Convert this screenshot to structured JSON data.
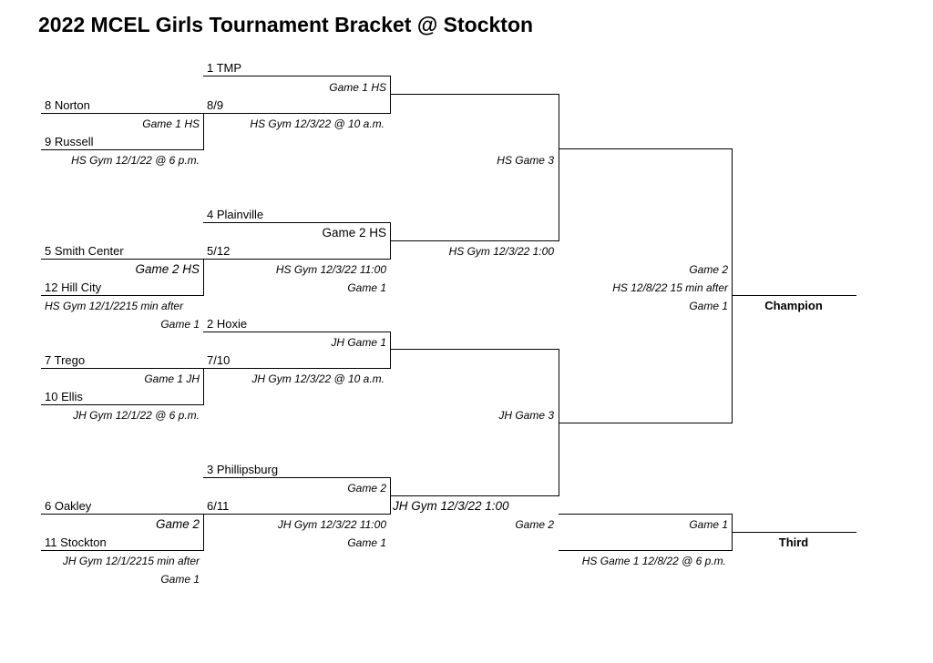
{
  "title": "2022 MCEL Girls Tournament Bracket @ Stockton",
  "round1": [
    {
      "top": "8 Norton",
      "bottom": "9 Russell",
      "game": "Game 1 HS",
      "info": "HS Gym 12/1/22 @ 6 p.m."
    },
    {
      "top": "5 Smith Center",
      "bottom": "12 Hill City",
      "game": "Game 2 HS",
      "info": "HS Gym 12/1/2215 min after",
      "after": "Game 1"
    },
    {
      "top": "7 Trego",
      "bottom": "10 Ellis",
      "game": "Game 1 JH",
      "info": "JH Gym 12/1/22 @ 6 p.m."
    },
    {
      "top": "6 Oakley",
      "bottom": "11 Stockton",
      "game": "Game 2",
      "info": "JH Gym 12/1/2215 min after",
      "after": "Game 1"
    }
  ],
  "quarterfinals": [
    {
      "seed": "1 TMP",
      "slot": "8/9",
      "game": "Game 1 HS",
      "info": "HS Gym 12/3/22 @ 10 a.m."
    },
    {
      "seed": "4 Plainville",
      "slot": "5/12",
      "game": "Game 2 HS",
      "info": "HS Gym 12/3/22 11:00",
      "after": "Game 1"
    },
    {
      "seed": "2 Hoxie",
      "slot": "7/10",
      "game": "JH Game 1",
      "info": "JH Gym 12/3/22 @ 10 a.m."
    },
    {
      "seed": "3 Phillipsburg",
      "slot": "6/11",
      "game": "Game 2",
      "info": "JH Gym 12/3/22 11:00",
      "after": "Game 1"
    }
  ],
  "semifinals": [
    {
      "game": "HS Game 3",
      "info": "HS Gym 12/3/22 1:00"
    },
    {
      "game": "JH Game 3",
      "info": "JH Gym 12/3/22 1:00"
    }
  ],
  "final": {
    "game": "Game 2",
    "info": "HS 12/8/22 15 min after",
    "after": "Game 1",
    "result": "Champion"
  },
  "third": {
    "left_game": "Game 2",
    "right_game": "Game 1",
    "info": "HS Game 1 12/8/22 @ 6 p.m.",
    "result": "Third"
  }
}
